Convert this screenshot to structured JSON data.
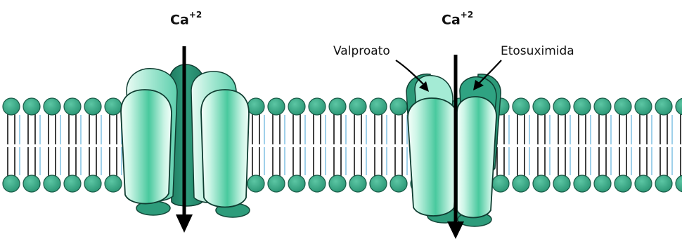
{
  "labels": {
    "ion_left": {
      "base": "Ca",
      "charge": "+2"
    },
    "ion_right": {
      "base": "Ca",
      "charge": "+2"
    },
    "drug_valproate": "Valproato",
    "drug_ethosuximide": "Etosuximida"
  },
  "colors": {
    "head_fill": "#2f9f7d",
    "head_stroke": "#1a5c48",
    "tail_stroke": "#111111",
    "tail_light": "#9fd0ea",
    "channel_light": "#a6ecd7",
    "channel_dark": "#26876a",
    "channel_mid": "#40c7a3",
    "arrow": "#000000"
  },
  "icons": {
    "flux_arrow": "down-arrow",
    "drug_pointer": "callout-arrow"
  }
}
